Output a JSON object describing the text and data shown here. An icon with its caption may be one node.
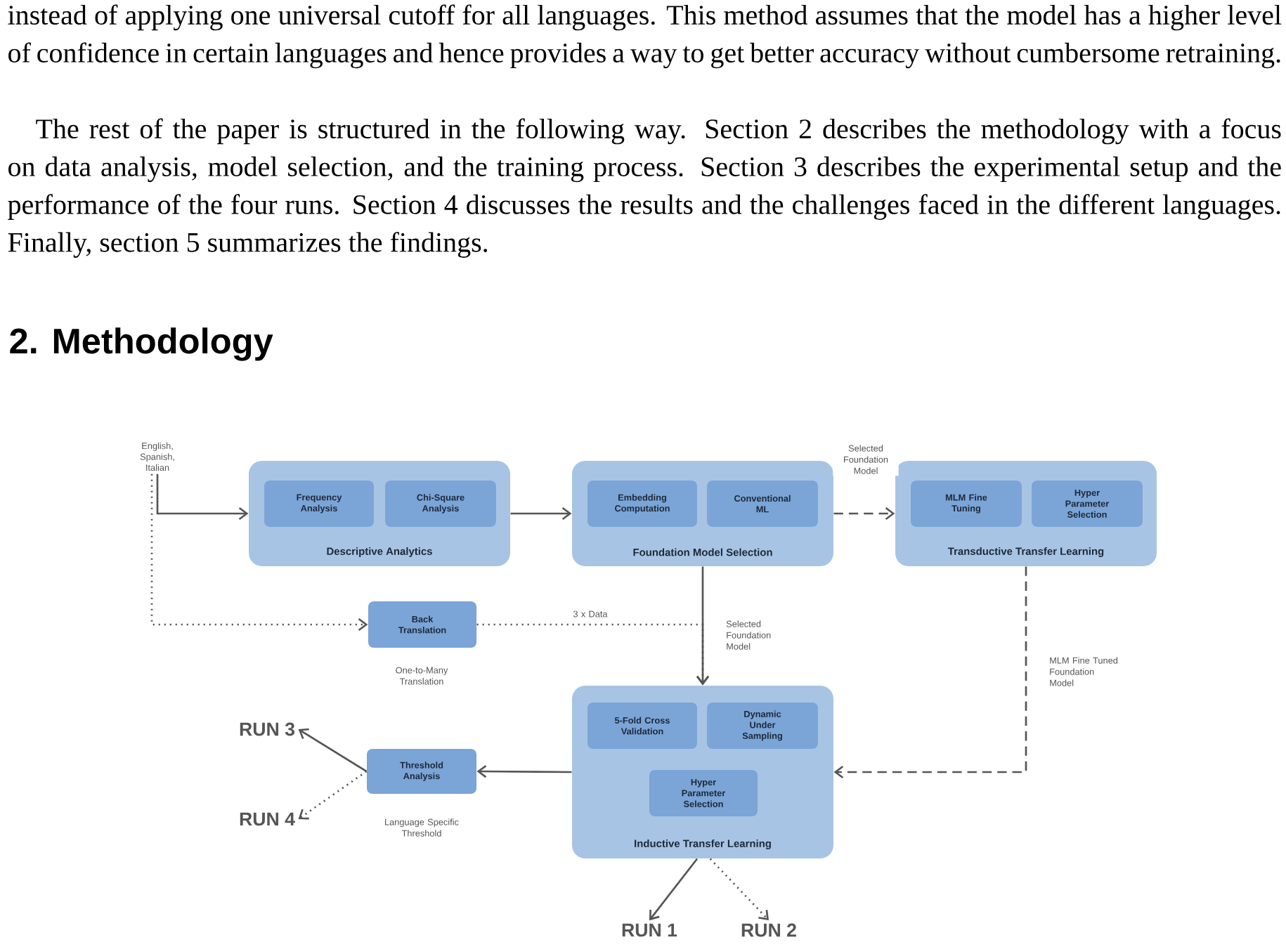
{
  "diagram": {
    "title": "2. Methodology",
    "nodes": [
      {
        "text": [
          "English, Spanish, Italian"
        ]
      },
      {
        "text": [
          "Descriptive Analytics"
        ]
      },
      {
        "text": [
          "Frequency Analysis"
        ],
        "in": 1
      },
      {
        "text": [
          "Chi-Square Analysis"
        ],
        "in": 1
      },
      {
        "text": [
          "Foundation Model Selection"
        ]
      },
      {
        "text": [
          "Embedding Computation"
        ],
        "in": 4
      },
      {
        "text": [
          "Conventional ML"
        ],
        "in": 4
      },
      {
        "text": [
          "Transductive Transfer Learning"
        ]
      },
      {
        "text": [
          "MLM Fine Tuning"
        ],
        "in": 7
      },
      {
        "text": [
          "Hyper Parameter Selection"
        ],
        "in": 7
      },
      {
        "text": [
          "Back Translation"
        ],
        "beside": [
          "One-to-Many Translation"
        ]
      },
      {
        "text": [
          "Inductive Transfer Learning"
        ]
      },
      {
        "text": [
          "5-Fold Cross Validation"
        ],
        "in": 11
      },
      {
        "text": [
          "Dynamic Under Sampling"
        ],
        "in": 11
      },
      {
        "text": [
          "Hyper Parameter Selection"
        ],
        "in": 11
      },
      {
        "text": [
          "Threshold Analysis"
        ],
        "beside": [
          "Language Specific Threshold"
        ]
      },
      {
        "text": [
          "RUN 3"
        ]
      },
      {
        "text": [
          "RUN 4"
        ]
      },
      {
        "text": [
          "RUN 1"
        ]
      },
      {
        "text": [
          "RUN 2"
        ]
      }
    ],
    "edges": [
      {
        "from": 0,
        "to": 1,
        "arrow": "to"
      },
      {
        "from": 0,
        "to": 10,
        "arrow": "to",
        "style": "dashed"
      },
      {
        "from": 1,
        "to": 4,
        "arrow": "to"
      },
      {
        "from": 4,
        "to": 7,
        "arrow": "to",
        "style": "dashed",
        "label": "Selected Foundation Model"
      },
      {
        "from": 10,
        "to": 11,
        "arrow": "to",
        "style": "dashed",
        "label": "3 x Data"
      },
      {
        "from": 4,
        "to": 11,
        "arrow": "to",
        "label": "Selected Foundation Model"
      },
      {
        "from": 7,
        "to": 11,
        "arrow": "to",
        "style": "dashed",
        "label": "MLM Fine Tuned Foundation Model"
      },
      {
        "from": 11,
        "to": 15,
        "arrow": "to"
      },
      {
        "from": 15,
        "to": 16,
        "arrow": "to"
      },
      {
        "from": 15,
        "to": 17,
        "arrow": "to",
        "style": "dashed"
      },
      {
        "from": 11,
        "to": 18,
        "arrow": "to"
      },
      {
        "from": 11,
        "to": 19,
        "arrow": "to",
        "style": "dashed"
      }
    ],
    "labels": [
      "instead of applying one universal cutoff for all languages. This method assumes that the model has a higher level of confidence in certain languages and hence provides a way to get better accuracy without cumbersome retraining.",
      "The rest of the paper is structured in the following way. Section 2 describes the methodology with a focus on data analysis, model selection, and the training process. Section 3 describes the experimental setup and the performance of the four runs. Section 4 discusses the results and the challenges faced in the different languages. Finally, section 5 summarizes the findings."
    ]
  }
}
